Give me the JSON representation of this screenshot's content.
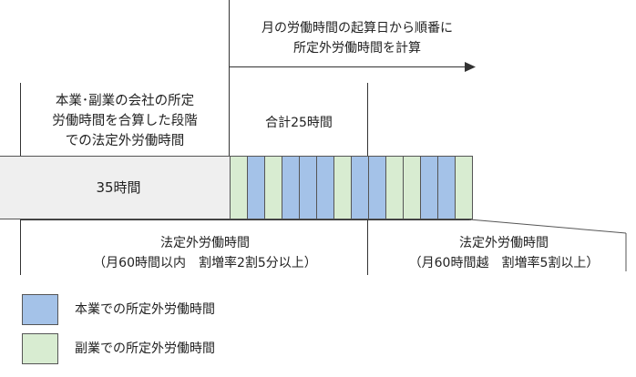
{
  "header": {
    "line1": "月の労働時間の起算日から順番に",
    "line2": "所定外労働時間を計算"
  },
  "combined_label": {
    "line1": "本業･副業の会社の所定",
    "line2": "労働時間を合算した段階",
    "line3": "での法定外労働時間"
  },
  "total_label": "合計25時間",
  "base_bar_label": "35時間",
  "segments": [
    "green",
    "blue",
    "green",
    "blue",
    "blue",
    "blue",
    "green",
    "blue",
    "blue",
    "green",
    "green",
    "blue",
    "blue",
    "green"
  ],
  "colors": {
    "blue": "#a4c2e8",
    "green": "#d8ecd1",
    "gray": "#efefef",
    "line": "#333333"
  },
  "bottom_left": {
    "line1": "法定外労働時間",
    "line2": "（月60時間以内　割増率2割5分以上）"
  },
  "bottom_right": {
    "line1": "法定外労働時間",
    "line2": "（月60時間越　割増率5割以上）"
  },
  "legend": [
    {
      "color": "blue",
      "label": "本業での所定外労働時間"
    },
    {
      "color": "green",
      "label": "副業での所定外労働時間"
    }
  ]
}
